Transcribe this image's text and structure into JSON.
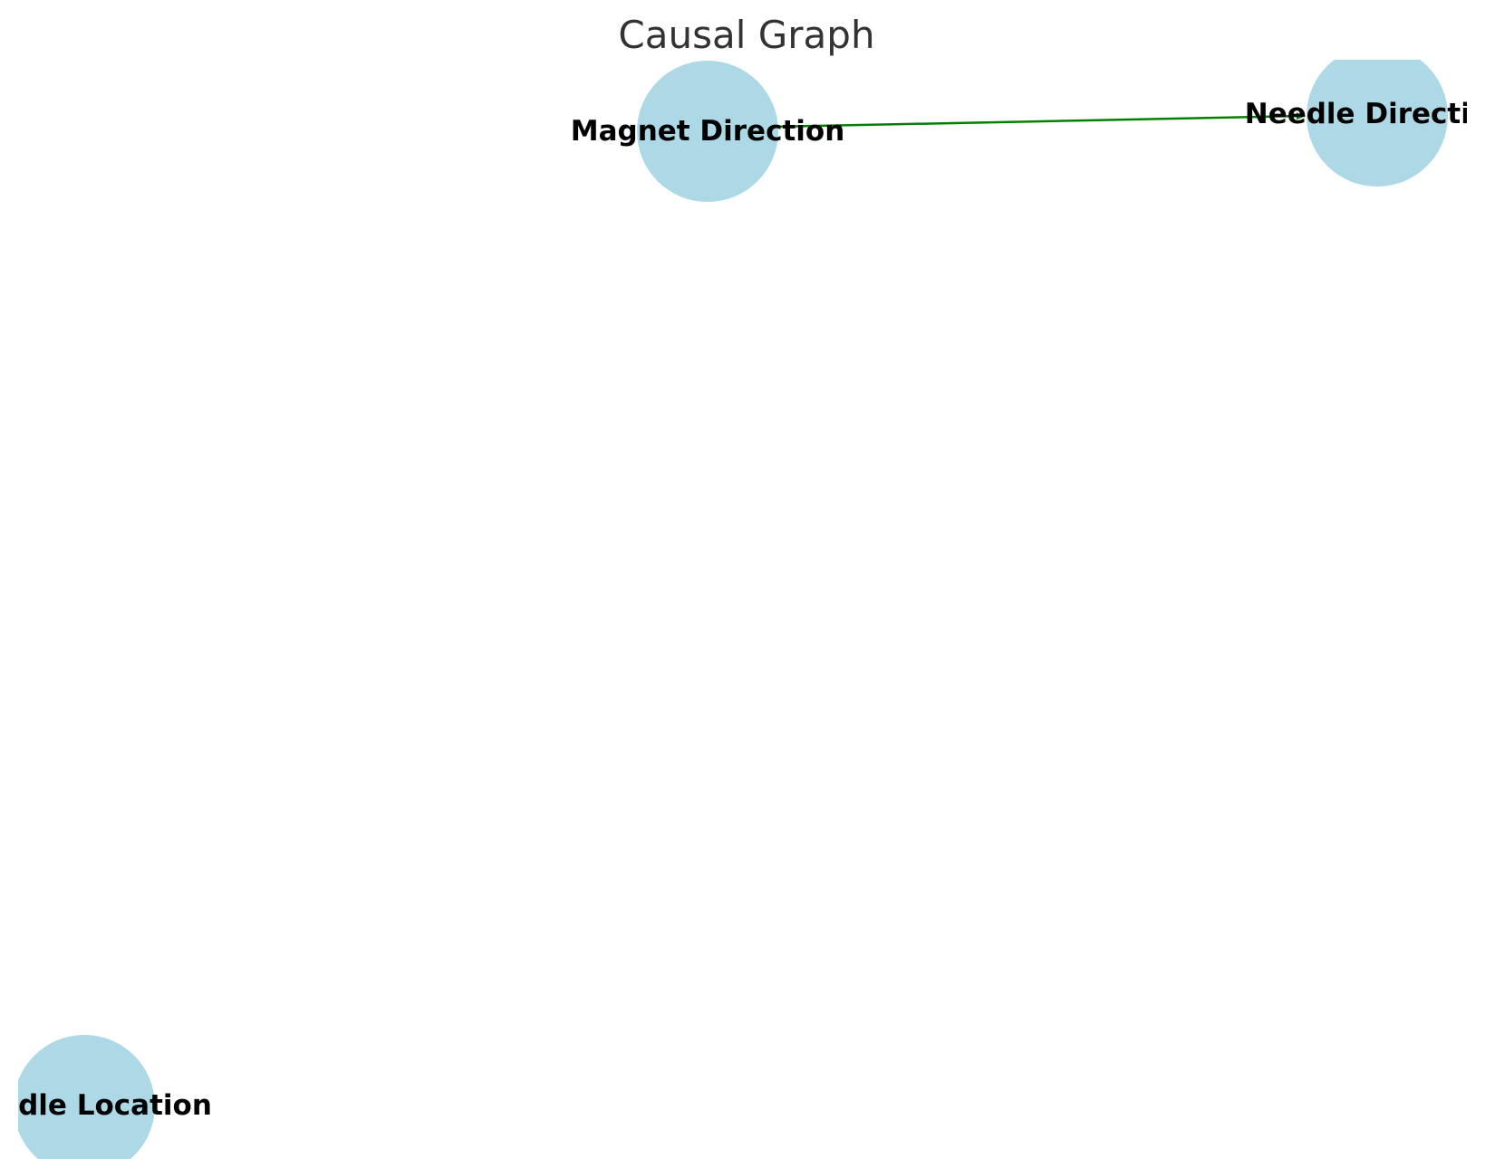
{
  "title": "Causal Graph",
  "colors": {
    "node_fill": "#add8e6",
    "edge_color": "#008000",
    "title_color": "#333333",
    "label_color": "#000000"
  },
  "nodes": [
    {
      "id": "magnet_direction",
      "label": "Magnet Direction"
    },
    {
      "id": "needle_direction",
      "label": "Needle Direction"
    },
    {
      "id": "needle_location",
      "label": "Needle Location"
    }
  ],
  "edges": [
    {
      "from": "magnet_direction",
      "to": "needle_direction",
      "type": "directed"
    }
  ]
}
